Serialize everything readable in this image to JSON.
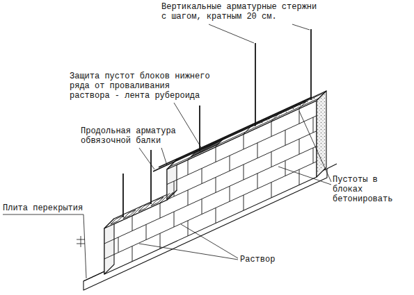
{
  "diagram": {
    "labels": [
      "Вертикальные арматурные стержни с шагом, кратным 20 см.",
      "Защита пустот блоков нижнего ряда от проваливания раствора - лента рубероида",
      "Продольная арматура обвязочной балки",
      "Пустоты в блоках бетонировать",
      "Плита перекрытия",
      "Раствор"
    ]
  }
}
